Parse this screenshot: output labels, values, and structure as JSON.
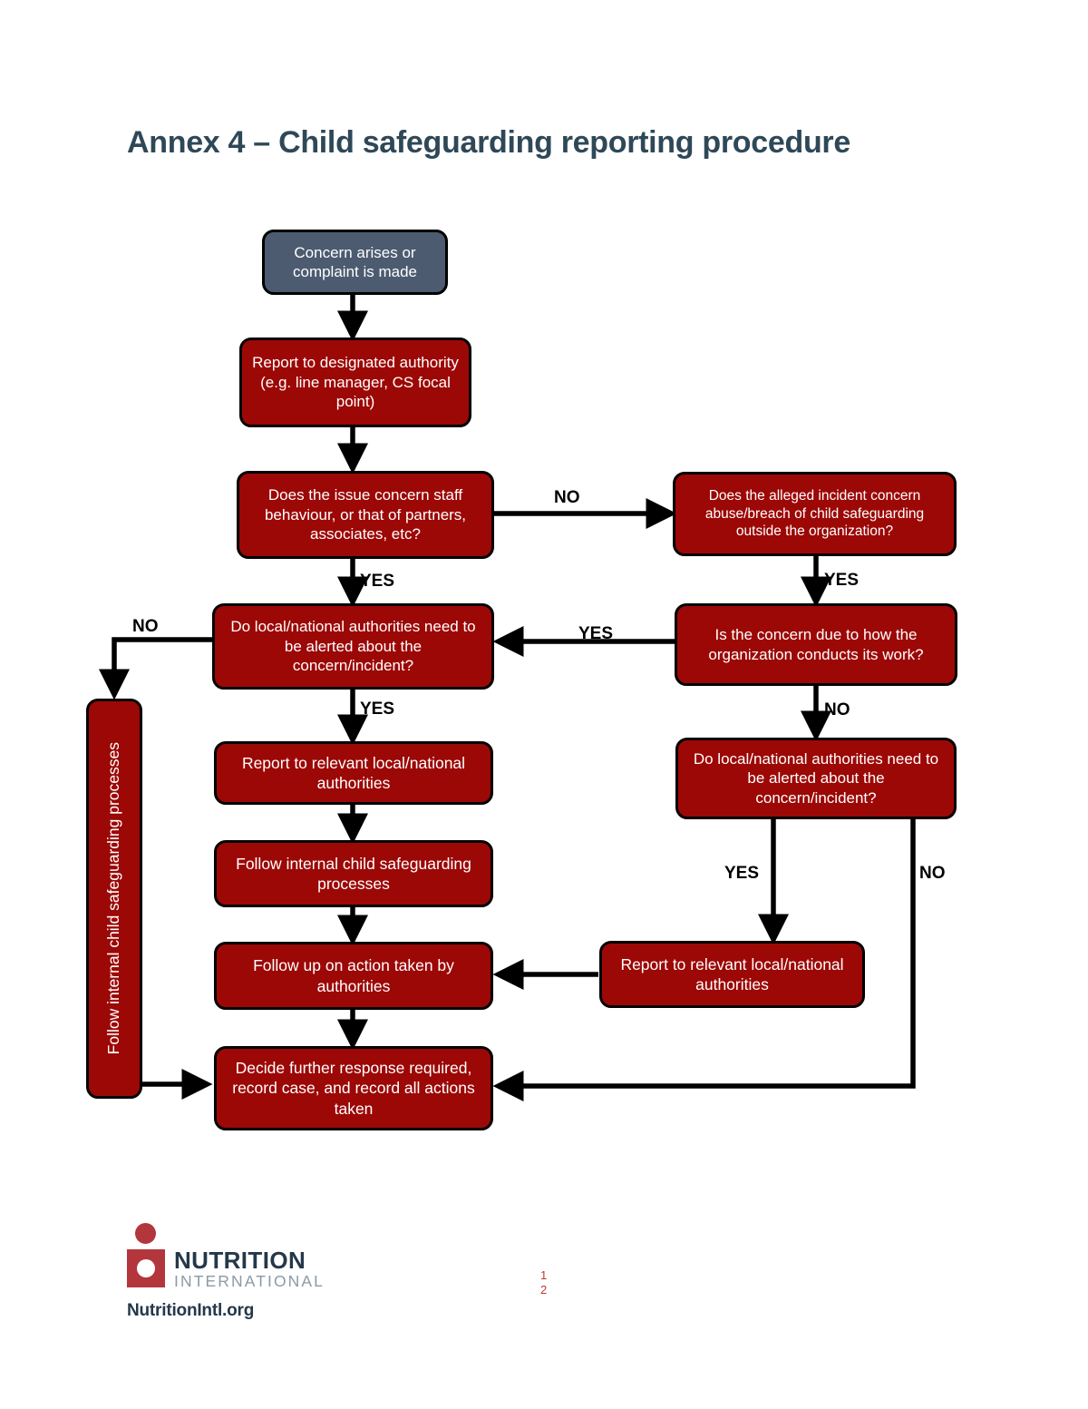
{
  "document": {
    "title": "Annex 4 – Child safeguarding reporting procedure"
  },
  "chart_data": {
    "type": "diagram",
    "title": "Annex 4 – Child safeguarding reporting procedure",
    "nodes": [
      {
        "id": "start",
        "label": "Concern arises or complaint is made",
        "style": "slate"
      },
      {
        "id": "report_auth",
        "label": "Report to designated authority (e.g. line manager, CS focal point)",
        "style": "red"
      },
      {
        "id": "q_staff",
        "label": "Does the issue concern staff behaviour, or that of partners, associates, etc?",
        "style": "red"
      },
      {
        "id": "q_outside",
        "label": "Does the alleged incident concern abuse/breach of child safeguarding outside the organization?",
        "style": "red"
      },
      {
        "id": "q_alert_l",
        "label": "Do local/national authorities need to be alerted about the concern/incident?",
        "style": "red"
      },
      {
        "id": "q_conduct",
        "label": "Is the concern due to how the organization conducts its work?",
        "style": "red"
      },
      {
        "id": "report_loc_l",
        "label": "Report to relevant local/national authorities",
        "style": "red"
      },
      {
        "id": "q_alert_r",
        "label": "Do local/national authorities need to be alerted about the concern/incident?",
        "style": "red"
      },
      {
        "id": "follow_int",
        "label": "Follow internal child safeguarding processes",
        "style": "red"
      },
      {
        "id": "follow_up",
        "label": "Follow up on action taken by authorities",
        "style": "red"
      },
      {
        "id": "report_loc_r",
        "label": "Report to relevant local/national authorities",
        "style": "red"
      },
      {
        "id": "decide",
        "label": "Decide further response required, record case, and record all actions taken",
        "style": "red"
      },
      {
        "id": "side_int",
        "label": "Follow internal child safeguarding processes",
        "style": "red-vertical"
      }
    ],
    "edges": [
      {
        "from": "start",
        "to": "report_auth",
        "label": ""
      },
      {
        "from": "report_auth",
        "to": "q_staff",
        "label": ""
      },
      {
        "from": "q_staff",
        "to": "q_outside",
        "label": "NO"
      },
      {
        "from": "q_staff",
        "to": "q_alert_l",
        "label": "YES"
      },
      {
        "from": "q_outside",
        "to": "q_conduct",
        "label": "YES"
      },
      {
        "from": "q_conduct",
        "to": "q_alert_l",
        "label": "YES"
      },
      {
        "from": "q_conduct",
        "to": "q_alert_r",
        "label": "NO"
      },
      {
        "from": "q_alert_l",
        "to": "side_int",
        "label": "NO"
      },
      {
        "from": "q_alert_l",
        "to": "report_loc_l",
        "label": "YES"
      },
      {
        "from": "report_loc_l",
        "to": "follow_int",
        "label": ""
      },
      {
        "from": "follow_int",
        "to": "follow_up",
        "label": ""
      },
      {
        "from": "q_alert_r",
        "to": "report_loc_r",
        "label": "YES"
      },
      {
        "from": "q_alert_r",
        "to": "decide",
        "label": "NO"
      },
      {
        "from": "report_loc_r",
        "to": "follow_up",
        "label": ""
      },
      {
        "from": "follow_up",
        "to": "decide",
        "label": ""
      },
      {
        "from": "side_int",
        "to": "decide",
        "label": ""
      }
    ],
    "colors": {
      "start_fill": "#4c5b70",
      "process_fill": "#9c0806",
      "border": "#000000",
      "node_text": "#ffffff",
      "title_text": "#2f4858",
      "edge_label": "#000000"
    }
  },
  "nodes": {
    "start": "Concern arises or complaint is made",
    "report_auth": "Report to designated authority (e.g. line manager, CS focal point)",
    "q_staff": "Does the issue concern staff behaviour, or that of partners, associates, etc?",
    "q_outside": "Does the alleged incident concern abuse/breach of child safeguarding outside the organization?",
    "q_alert_l": "Do local/national authorities need to be alerted about the concern/incident?",
    "q_conduct": "Is the concern due to how the organization conducts its work?",
    "report_loc_l": "Report to relevant local/national authorities",
    "q_alert_r": "Do local/national authorities need to be alerted about the concern/incident?",
    "follow_int": "Follow internal child safeguarding processes",
    "follow_up": "Follow up on action taken by authorities",
    "report_loc_r": "Report to relevant local/national authorities",
    "decide": "Decide further response required, record case, and record all actions taken",
    "side_int": "Follow internal child safeguarding processes"
  },
  "edge_labels": {
    "staff_no": "NO",
    "staff_yes": "YES",
    "outside_yes": "YES",
    "conduct_yes": "YES",
    "conduct_no": "NO",
    "alert_l_no": "NO",
    "alert_l_yes": "YES",
    "alert_r_yes": "YES",
    "alert_r_no": "NO"
  },
  "footer": {
    "logo_name": "NUTRITION",
    "logo_sub": "INTERNATIONAL",
    "logo_url": "NutritionIntl.org",
    "footnote_1": "1",
    "footnote_2": "2"
  }
}
